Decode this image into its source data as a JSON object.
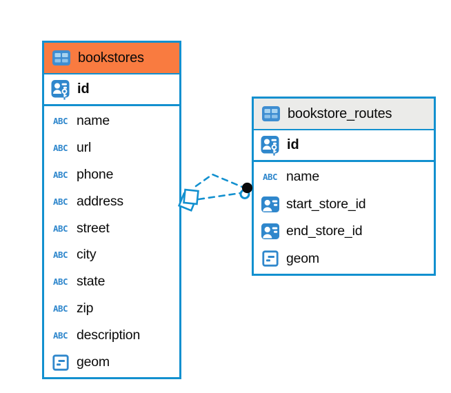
{
  "tables": [
    {
      "name": "bookstores",
      "header_color": "#F97B40",
      "primary_key": "id",
      "columns": [
        {
          "name": "name",
          "type": "text",
          "icon": "text-type-icon"
        },
        {
          "name": "url",
          "type": "text",
          "icon": "text-type-icon"
        },
        {
          "name": "phone",
          "type": "text",
          "icon": "text-type-icon"
        },
        {
          "name": "address",
          "type": "text",
          "icon": "text-type-icon"
        },
        {
          "name": "street",
          "type": "text",
          "icon": "text-type-icon"
        },
        {
          "name": "city",
          "type": "text",
          "icon": "text-type-icon"
        },
        {
          "name": "state",
          "type": "text",
          "icon": "text-type-icon"
        },
        {
          "name": "zip",
          "type": "text",
          "icon": "text-type-icon"
        },
        {
          "name": "description",
          "type": "text",
          "icon": "text-type-icon"
        },
        {
          "name": "geom",
          "type": "geometry",
          "icon": "geometry-type-icon"
        }
      ]
    },
    {
      "name": "bookstore_routes",
      "header_color": "#EBEBE9",
      "primary_key": "id",
      "columns": [
        {
          "name": "name",
          "type": "text",
          "icon": "text-type-icon"
        },
        {
          "name": "start_store_id",
          "type": "reference",
          "icon": "reference-type-icon"
        },
        {
          "name": "end_store_id",
          "type": "reference",
          "icon": "reference-type-icon"
        },
        {
          "name": "geom",
          "type": "geometry",
          "icon": "geometry-type-icon"
        }
      ]
    }
  ],
  "relationships": [
    {
      "from_table": "bookstores",
      "from_column": "id",
      "to_table": "bookstore_routes",
      "to_column": "start_store_id",
      "line_style": "dashed"
    },
    {
      "from_table": "bookstores",
      "from_column": "id",
      "to_table": "bookstore_routes",
      "to_column": "end_store_id",
      "line_style": "dashed"
    }
  ],
  "icons": {
    "text_type_label": "ABC"
  },
  "colors": {
    "accent_blue": "#1290CF",
    "icon_blue": "#2F87CC",
    "bookstores_header": "#F97B40",
    "routes_header": "#EBEBE9",
    "background": "#FFFFFF",
    "text": "#0A0A0A",
    "connector_dot": "#0B0B0B"
  }
}
